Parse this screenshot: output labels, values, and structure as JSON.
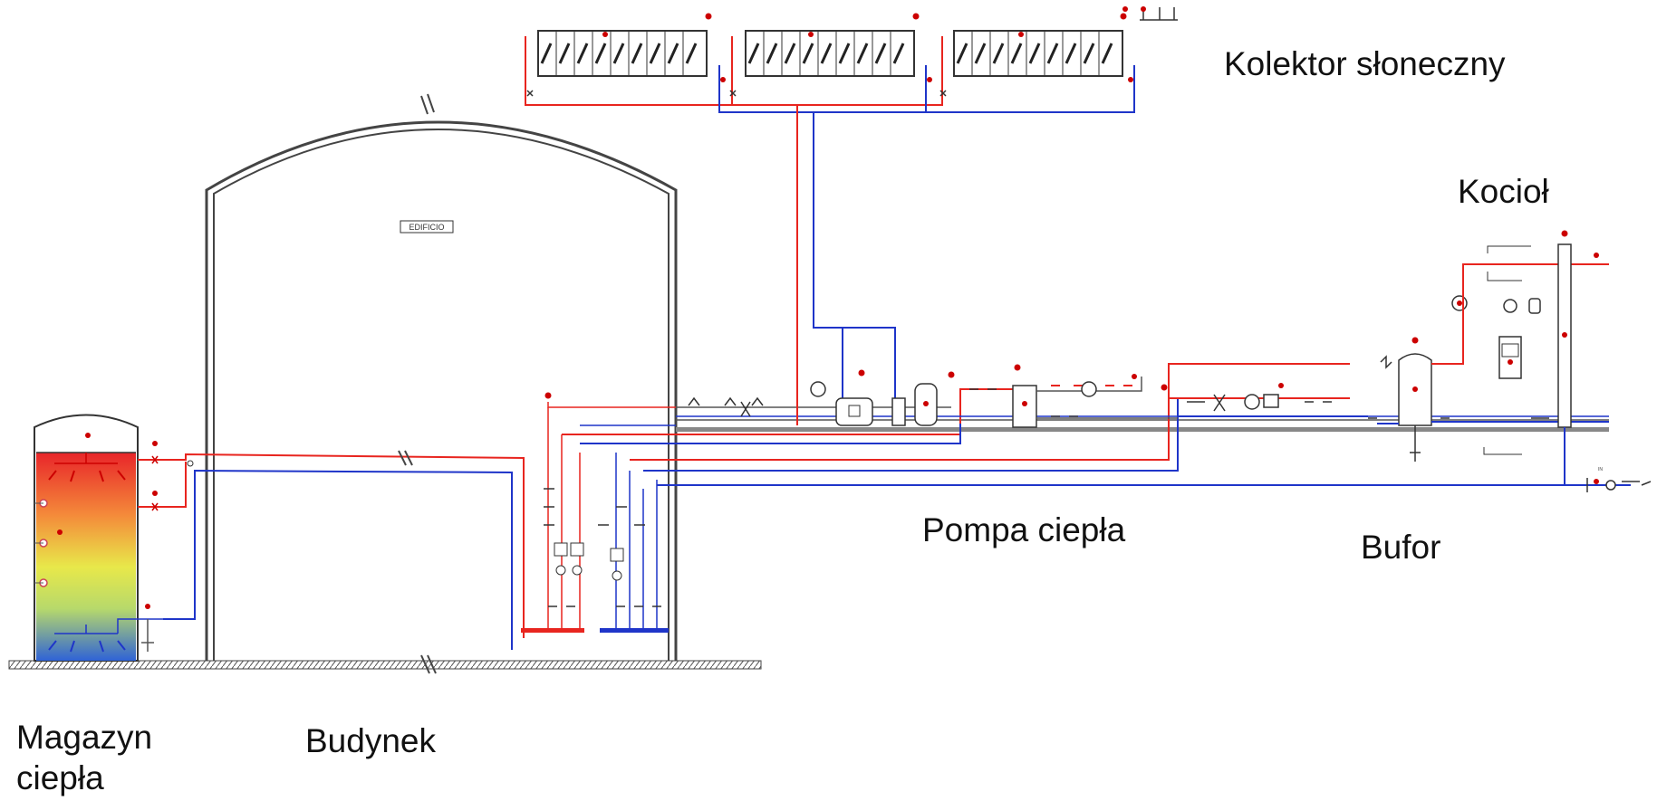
{
  "labels": {
    "solar_collector": "Kolektor słoneczny",
    "boiler": "Kocioł",
    "heat_pump": "Pompa ciepła",
    "buffer": "Bufor",
    "heat_storage_line1": "Magazyn",
    "heat_storage_line2": "ciepła",
    "building": "Budynek"
  },
  "building_tag": "EDIFICIO",
  "colors": {
    "supply": "#e8251f",
    "return": "#1f35c9",
    "pipe_gray": "#555555",
    "outline": "#333333",
    "ground": "#444444"
  }
}
